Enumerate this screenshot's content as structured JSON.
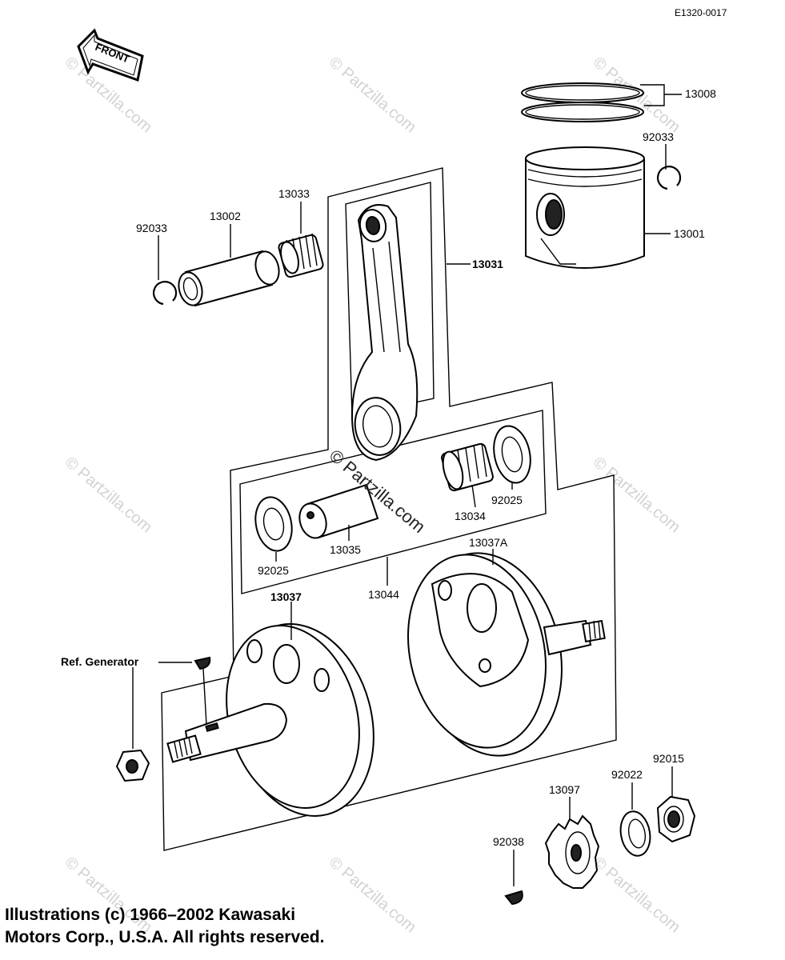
{
  "diagram_code": "E1320-0017",
  "front_arrow": "FRONT",
  "watermarks": {
    "center": "© Partzilla.com",
    "tile": "© Partzilla.com"
  },
  "labels": {
    "p13008": "13008",
    "p92033_right": "92033",
    "p13001": "13001",
    "p13033": "13033",
    "p13002": "13002",
    "p92033_left": "92033",
    "p13031": "13031",
    "p13034": "13034",
    "p92025_right": "92025",
    "p13035": "13035",
    "p92025_left": "92025",
    "p13044": "13044",
    "p13037": "13037",
    "p13037A": "13037A",
    "ref_generator": "Ref. Generator",
    "p92015": "92015",
    "p92022": "92022",
    "p13097": "13097",
    "p92038": "92038"
  },
  "copyright": {
    "line1": "Illustrations (c) 1966–2002 Kawasaki",
    "line2": "Motors Corp., U.S.A.  All rights reserved."
  }
}
